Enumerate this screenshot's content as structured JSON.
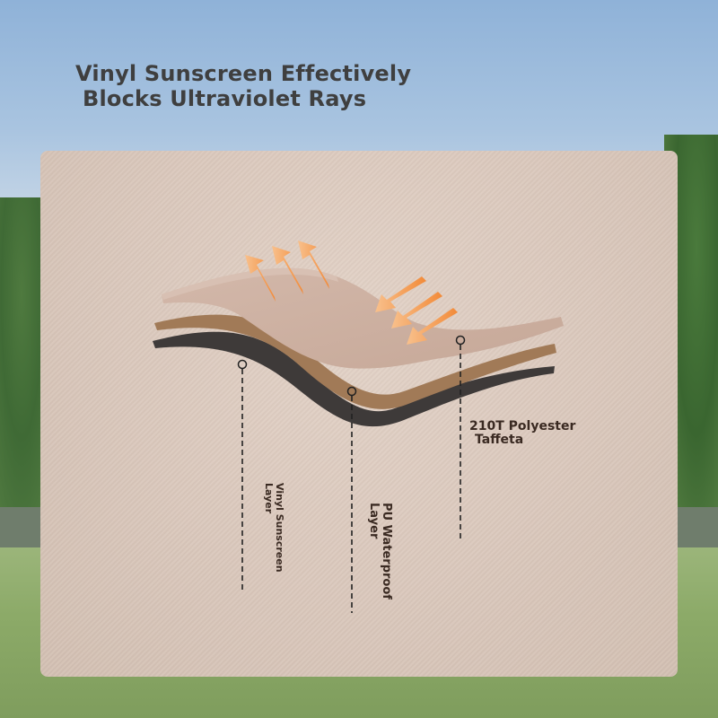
{
  "headline": {
    "line1": "Vinyl Sunscreen Effectively",
    "line2": "Blocks Ultraviolet Rays"
  },
  "labels": {
    "taffeta": {
      "line1": "210T Polyester",
      "line2": "Taffeta"
    },
    "vinyl": {
      "line1": "Vinyl Sunscreen",
      "line2": "Layer"
    },
    "pu": {
      "line1": "PU Waterproof",
      "line2": "Layer"
    }
  },
  "colors": {
    "arrow": "#f39a4a",
    "top_layer": "#c9ab9c",
    "middle_layer": "#a17a57",
    "bottom_layer": "#3e3a39"
  }
}
